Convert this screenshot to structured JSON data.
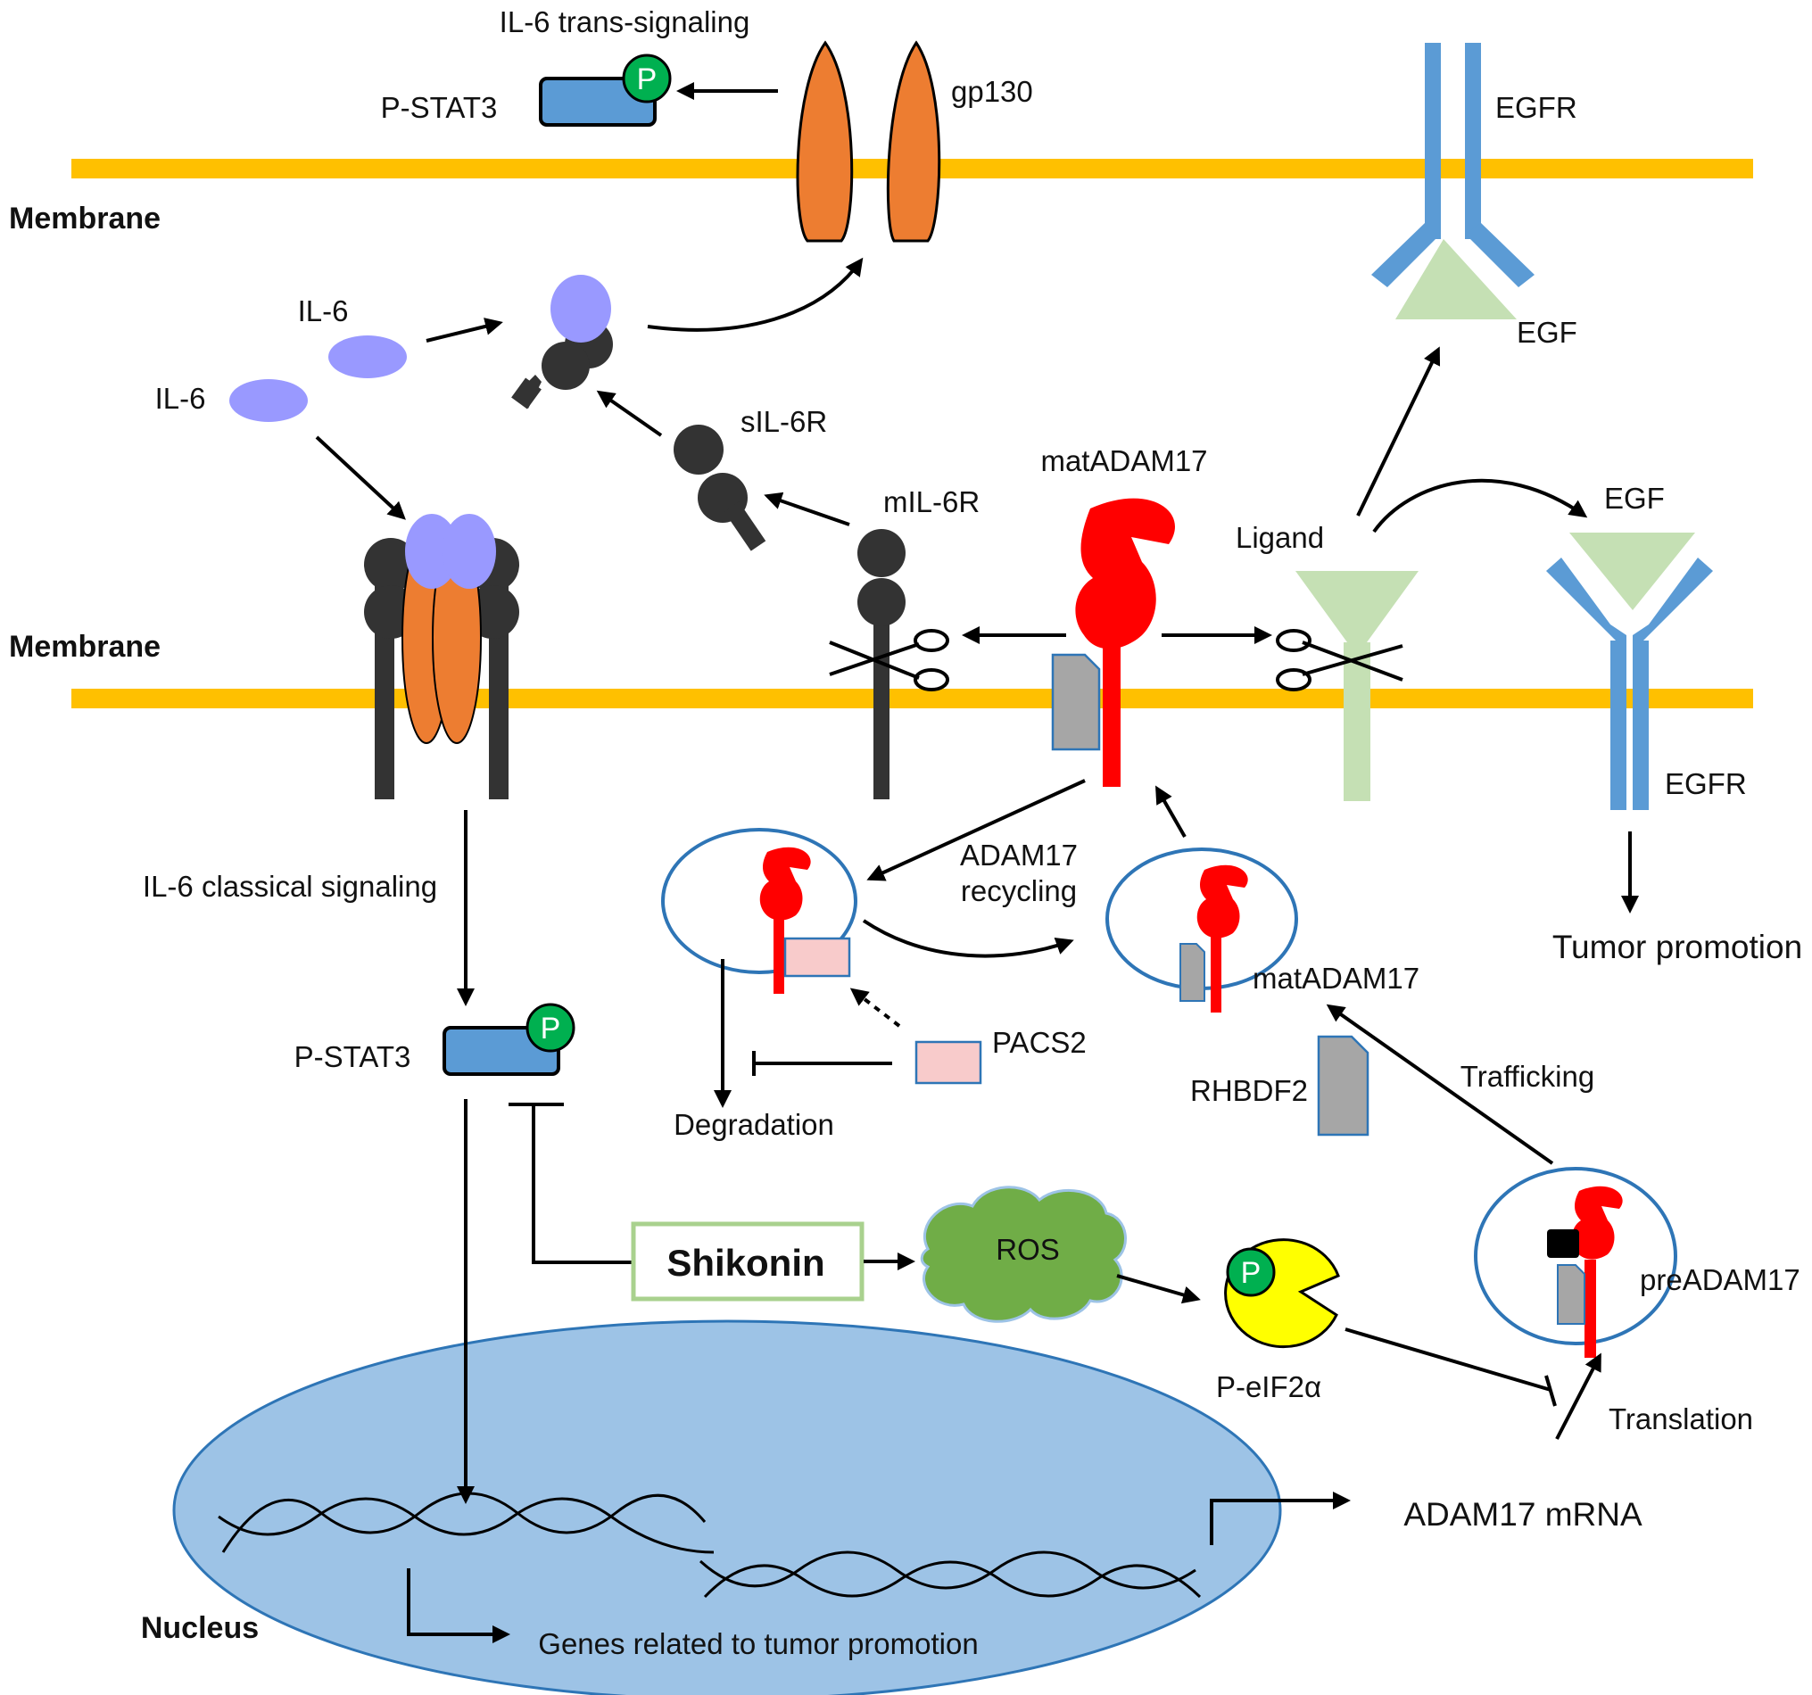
{
  "labels": {
    "il6_trans_signaling": "IL-6 trans-signaling",
    "pstat3_top": "P-STAT3",
    "gp130": "gp130",
    "egfr_top": "EGFR",
    "membrane_top": "Membrane",
    "egf_top": "EGF",
    "il6_a": "IL-6",
    "il6_b": "IL-6",
    "sil6r": "sIL-6R",
    "matadam17_top": "matADAM17",
    "mil6r": "mIL-6R",
    "ligand": "Ligand",
    "egf_right": "EGF",
    "membrane_mid": "Membrane",
    "egfr_right": "EGFR",
    "adam17_recycling_1": "ADAM17",
    "adam17_recycling_2": "recycling",
    "il6_classical": "IL-6 classical signaling",
    "tumor_promotion": "Tumor promotion",
    "matadam17_vesicle": "matADAM17",
    "pstat3_mid": "P-STAT3",
    "pacs2": "PACS2",
    "trafficking": "Trafficking",
    "rhbdf2": "RHBDF2",
    "degradation": "Degradation",
    "shikonin": "Shikonin",
    "ros": "ROS",
    "preadam17": "preADAM17",
    "p_eif2a": "P-eIF2α",
    "translation": "Translation",
    "adam17_mrna": "ADAM17 mRNA",
    "nucleus": "Nucleus",
    "genes_tumor": "Genes related to tumor promotion",
    "phospho": "P"
  },
  "colors": {
    "membrane": "#FFC000",
    "receptor_orange": "#ED7D31",
    "il6_lavender": "#9999FF",
    "il6r_dark": "#333333",
    "adam17_red": "#FF0000",
    "egfr_blue": "#5B9BD5",
    "ligand_green": "#C5E0B4",
    "rhbdf2_gray": "#A6A6A6",
    "pacs2_pink": "#F8CBCB",
    "ros_green": "#70AD47",
    "shikonin_border": "#A9D18E",
    "eif2a_yellow": "#FFFF00",
    "phospho_green": "#00B050",
    "nucleus_blue": "#9DC3E6",
    "vesicle_border": "#2E75B6"
  }
}
